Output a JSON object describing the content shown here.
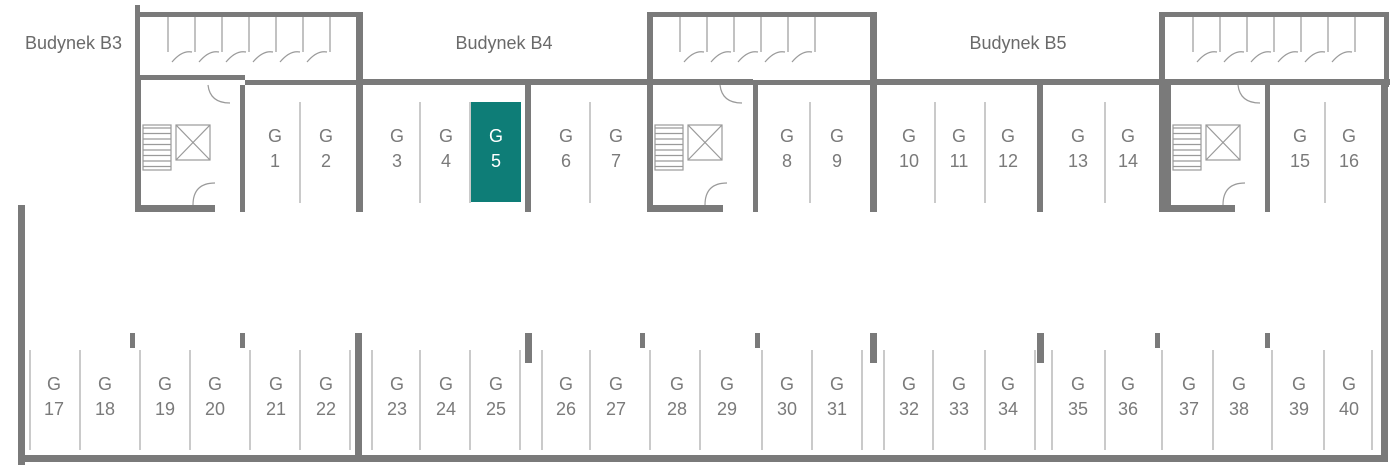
{
  "plan": {
    "buildings": [
      {
        "id": "b3",
        "label": "Budynek B3"
      },
      {
        "id": "b4",
        "label": "Budynek B4"
      },
      {
        "id": "b5",
        "label": "Budynek B5"
      }
    ],
    "garage_letter": "G",
    "selected_spot": "5",
    "selected_color": "#0e7d77",
    "wall_color": "#7a7a7a",
    "spots": [
      {
        "number": "1",
        "row": "top"
      },
      {
        "number": "2",
        "row": "top"
      },
      {
        "number": "3",
        "row": "top"
      },
      {
        "number": "4",
        "row": "top"
      },
      {
        "number": "5",
        "row": "top"
      },
      {
        "number": "6",
        "row": "top"
      },
      {
        "number": "7",
        "row": "top"
      },
      {
        "number": "8",
        "row": "top"
      },
      {
        "number": "9",
        "row": "top"
      },
      {
        "number": "10",
        "row": "top"
      },
      {
        "number": "11",
        "row": "top"
      },
      {
        "number": "12",
        "row": "top"
      },
      {
        "number": "13",
        "row": "top"
      },
      {
        "number": "14",
        "row": "top"
      },
      {
        "number": "15",
        "row": "top"
      },
      {
        "number": "16",
        "row": "top"
      },
      {
        "number": "17",
        "row": "bottom"
      },
      {
        "number": "18",
        "row": "bottom"
      },
      {
        "number": "19",
        "row": "bottom"
      },
      {
        "number": "20",
        "row": "bottom"
      },
      {
        "number": "21",
        "row": "bottom"
      },
      {
        "number": "22",
        "row": "bottom"
      },
      {
        "number": "23",
        "row": "bottom"
      },
      {
        "number": "24",
        "row": "bottom"
      },
      {
        "number": "25",
        "row": "bottom"
      },
      {
        "number": "26",
        "row": "bottom"
      },
      {
        "number": "27",
        "row": "bottom"
      },
      {
        "number": "28",
        "row": "bottom"
      },
      {
        "number": "29",
        "row": "bottom"
      },
      {
        "number": "30",
        "row": "bottom"
      },
      {
        "number": "31",
        "row": "bottom"
      },
      {
        "number": "32",
        "row": "bottom"
      },
      {
        "number": "33",
        "row": "bottom"
      },
      {
        "number": "34",
        "row": "bottom"
      },
      {
        "number": "35",
        "row": "bottom"
      },
      {
        "number": "36",
        "row": "bottom"
      },
      {
        "number": "37",
        "row": "bottom"
      },
      {
        "number": "38",
        "row": "bottom"
      },
      {
        "number": "39",
        "row": "bottom"
      },
      {
        "number": "40",
        "row": "bottom"
      }
    ]
  }
}
